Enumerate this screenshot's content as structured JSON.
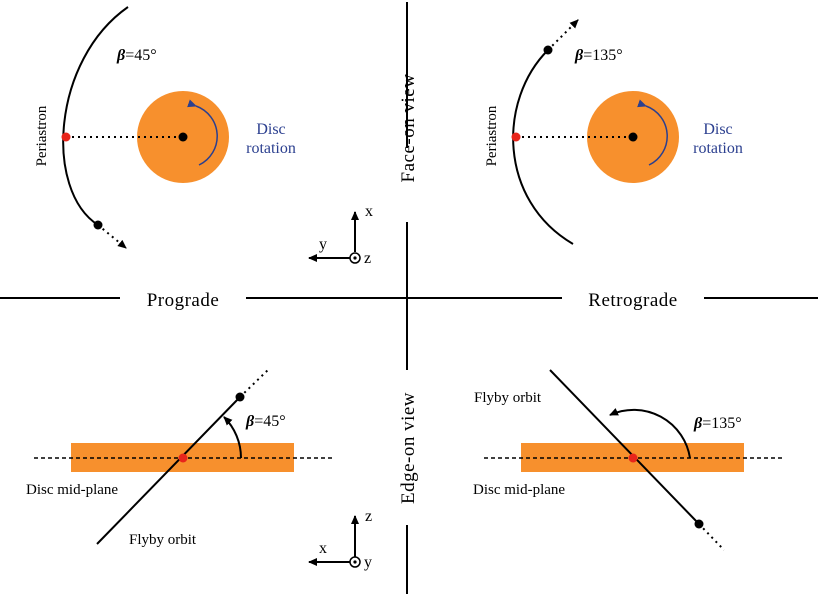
{
  "colors": {
    "disc": "#f7902d",
    "periastron": "#e8251b",
    "rotation": "#2b3f8f",
    "line": "#000000"
  },
  "quadrant_labels": {
    "prograde": "Prograde",
    "retrograde": "Retrograde",
    "face_on": "Face-on view",
    "edge_on": "Edge-on view"
  },
  "face_on_prograde": {
    "beta_symbol": "β",
    "beta_value": "=45°",
    "periastron": "Periastron",
    "disc_rotation_line1": "Disc",
    "disc_rotation_line2": "rotation"
  },
  "face_on_retrograde": {
    "beta_symbol": "β",
    "beta_value": "=135°",
    "periastron": "Periastron",
    "disc_rotation_line1": "Disc",
    "disc_rotation_line2": "rotation"
  },
  "edge_on_prograde": {
    "beta_symbol": "β",
    "beta_value": "=45°",
    "midplane": "Disc mid-plane",
    "orbit": "Flyby orbit"
  },
  "edge_on_retrograde": {
    "beta_symbol": "β",
    "beta_value": "=135°",
    "midplane": "Disc mid-plane",
    "orbit": "Flyby orbit"
  },
  "axes_face_on": {
    "vertical": "x",
    "horizontal": "y",
    "out_of_page": "z"
  },
  "axes_edge_on": {
    "vertical": "z",
    "horizontal": "x",
    "out_of_page": "y"
  }
}
